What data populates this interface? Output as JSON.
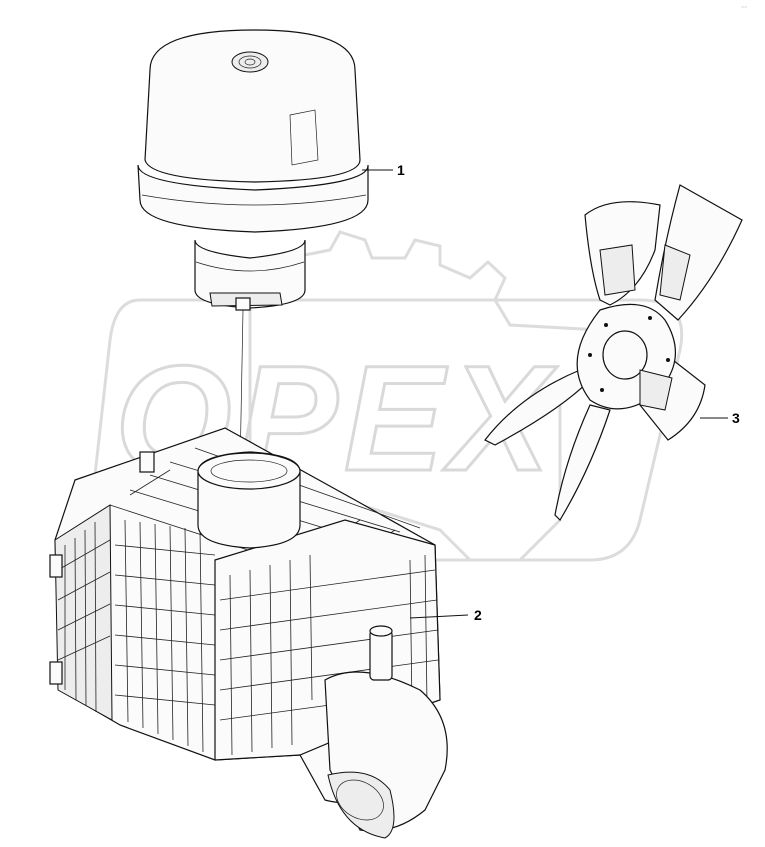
{
  "corner_mark": "⁻⁻",
  "watermark": {
    "text": "OPEX",
    "color": "#d9d9d9"
  },
  "callouts": [
    {
      "id": "1",
      "label": "1"
    },
    {
      "id": "2",
      "label": "2"
    },
    {
      "id": "3",
      "label": "3"
    }
  ]
}
